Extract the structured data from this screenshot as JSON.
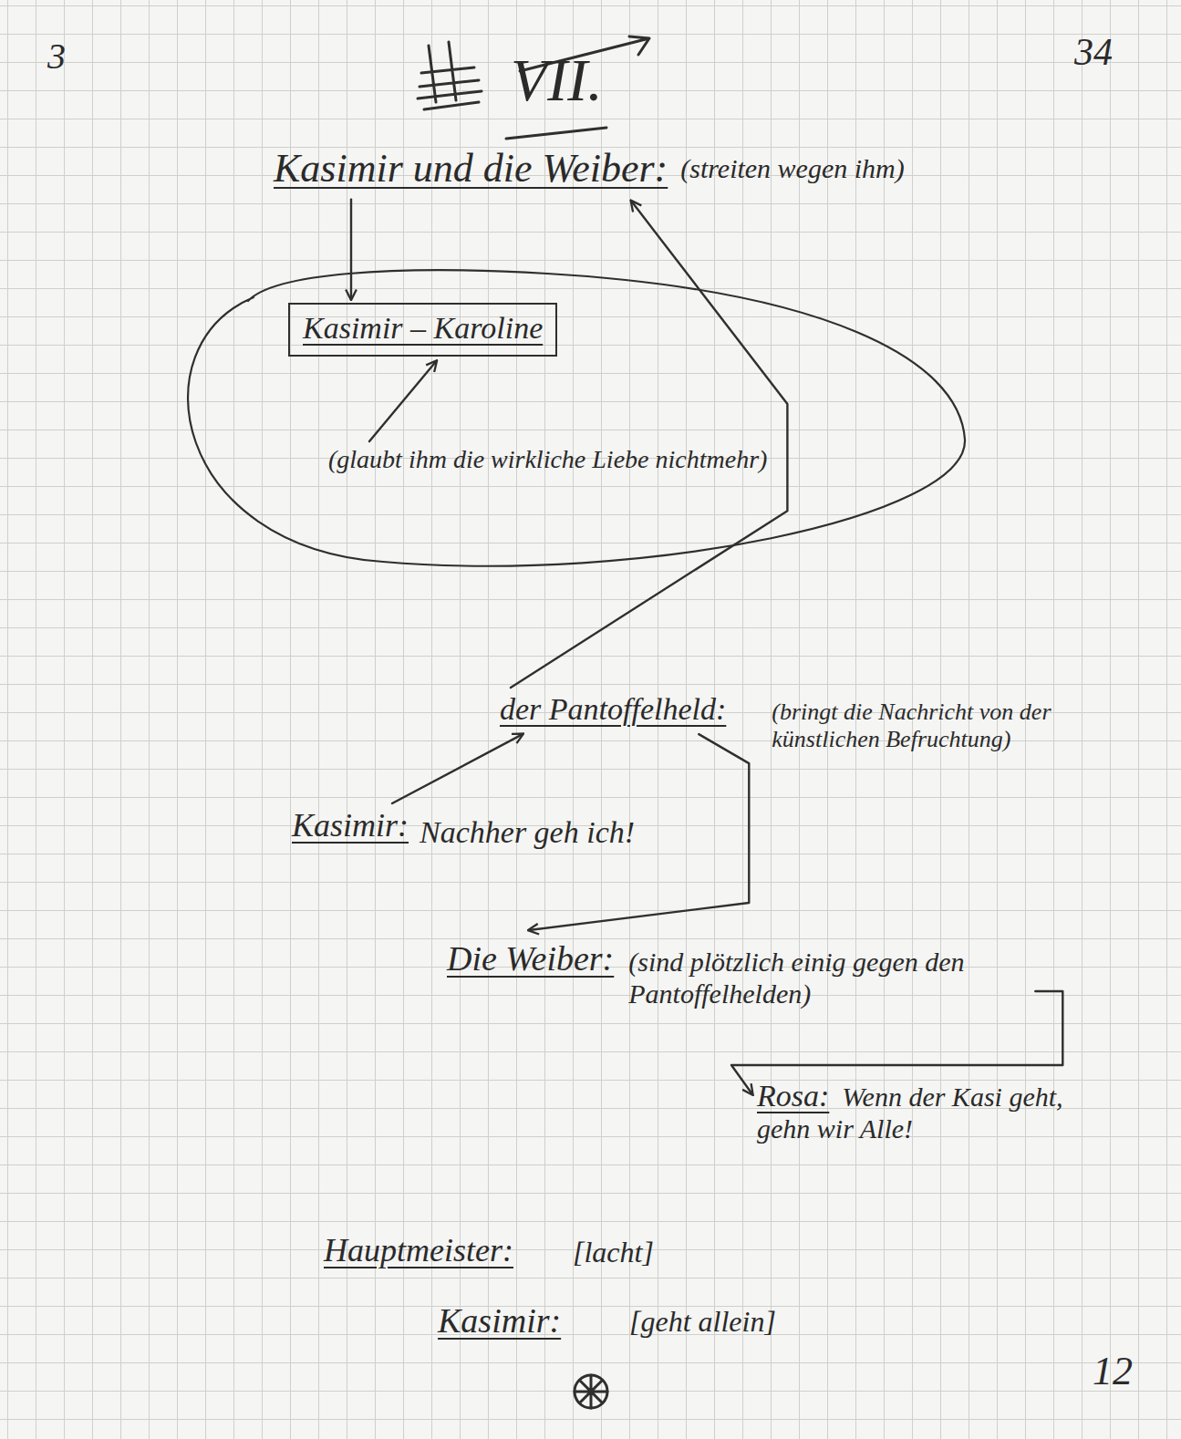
{
  "diagram": {
    "title": "VII.",
    "nodes": [
      {
        "text": [
          "Kasimir und die Weiber:",
          "(streiten wegen ihm)"
        ]
      },
      {
        "text": [
          "Kasimir – Karoline"
        ]
      },
      {
        "text": [
          "(glaubt ihm die wirkliche Liebe nichtmehr)"
        ]
      },
      {
        "text": [
          "der Pantoffelheld:",
          "(bringt die Nachricht von der künstlichen Befruchtung)"
        ]
      },
      {
        "text": [
          "Kasimir:",
          "Nachher geh ich!"
        ]
      },
      {
        "text": [
          "Die Weiber:",
          "(sind plötzlich einig gegen den Pantoffelhelden)"
        ]
      },
      {
        "text": [
          "Rosa:",
          "Wenn der Kasi geht, gehn wir Alle!"
        ]
      }
    ],
    "edges": [
      {
        "from": 0,
        "to": 1,
        "arrow": "to"
      },
      {
        "from": 2,
        "to": 1,
        "arrow": "to"
      },
      {
        "from": 3,
        "to": 0,
        "arrow": "to"
      },
      {
        "from": 4,
        "to": 3,
        "arrow": "to"
      },
      {
        "from": 3,
        "to": 5,
        "arrow": "to"
      },
      {
        "from": 5,
        "to": 6,
        "arrow": "to"
      }
    ],
    "labels": [
      "3",
      "34",
      "Hauptmeister:",
      "[lacht]",
      "Kasimir:",
      "[geht allein]",
      "12"
    ]
  }
}
